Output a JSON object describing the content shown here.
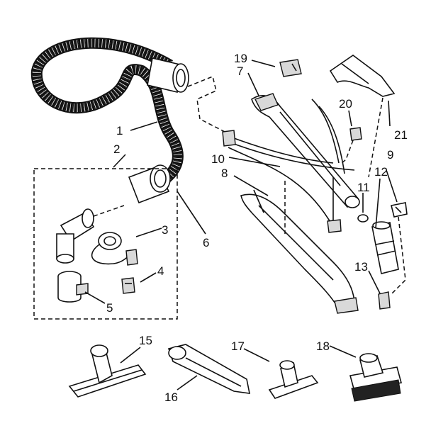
{
  "diagram": {
    "callouts": [
      "1",
      "2",
      "3",
      "4",
      "5",
      "6",
      "7",
      "8",
      "9",
      "10",
      "11",
      "12",
      "13",
      "15",
      "16",
      "17",
      "18",
      "19",
      "20",
      "21"
    ]
  }
}
